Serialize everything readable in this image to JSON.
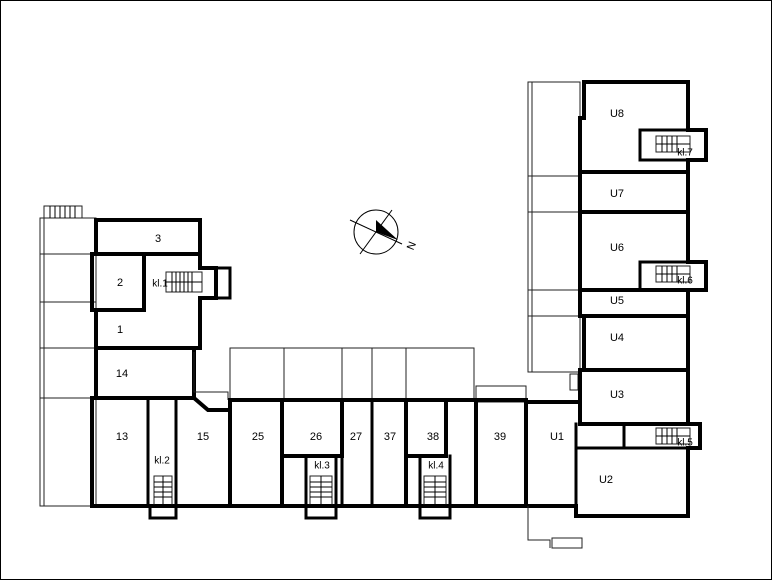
{
  "plan": {
    "units_west": [
      "3",
      "2",
      "1",
      "14",
      "13",
      "15"
    ],
    "units_south": [
      "25",
      "26",
      "27",
      "37",
      "38",
      "39"
    ],
    "units_east": [
      "U1",
      "U2",
      "U3",
      "U4",
      "U5",
      "U6",
      "U7",
      "U8"
    ],
    "stairs": [
      "kl.1",
      "kl.2",
      "kl.3",
      "kl.4",
      "kl.5",
      "kl.6",
      "kl.7"
    ],
    "compass_label": "N"
  }
}
